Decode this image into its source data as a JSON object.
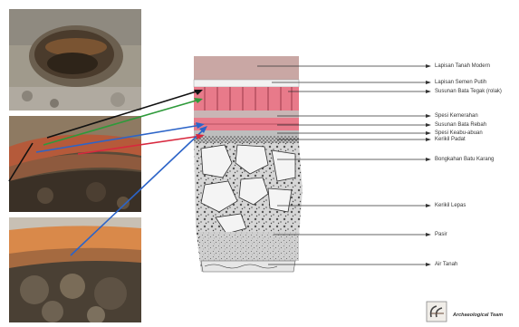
{
  "layers": [
    {
      "label": "Lapisan Tanah Modern"
    },
    {
      "label": "Lapisan Semen Putih"
    },
    {
      "label": "Susunan Bata Tegak (rolak)"
    },
    {
      "label": "Spesi Kemerahan"
    },
    {
      "label": "Susunan Bata Rebah"
    },
    {
      "label": "Spesi Keabu-abuan"
    },
    {
      "label": "Kerikil Padat"
    },
    {
      "label": "Bongkahan Batu Karang"
    },
    {
      "label": "Kerikil Lepas"
    },
    {
      "label": "Pasir"
    },
    {
      "label": "Air Tanah"
    }
  ],
  "logo": {
    "text": "Archaeological Team"
  },
  "colors": {
    "arrow_black": "#111111",
    "arrow_green": "#2e9a3a",
    "arrow_blue": "#2c64c8",
    "arrow_red": "#d8283e",
    "brick": "#e87a8a",
    "topsoil": "#c9a7a4"
  }
}
